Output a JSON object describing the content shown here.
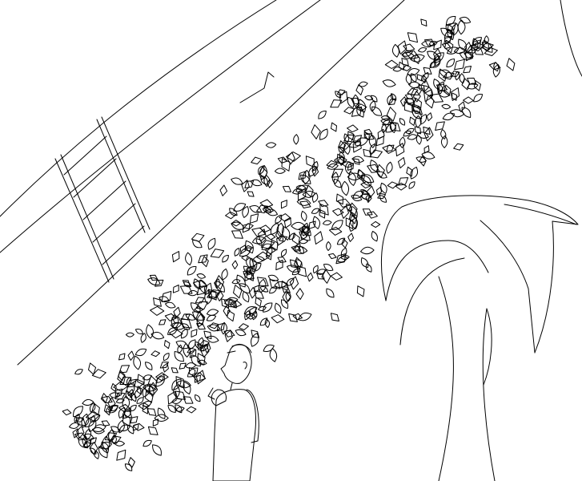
{
  "scene": {
    "style": "line-art",
    "colors": {
      "background": "#ffffff",
      "ink": "#000000"
    }
  },
  "elements": {
    "wall_curves": {
      "visible": true
    },
    "ladder": {
      "rungs": 5
    },
    "tree": {
      "visible": true
    },
    "person": {
      "visible": true
    },
    "leaves": {
      "count": 700
    }
  }
}
